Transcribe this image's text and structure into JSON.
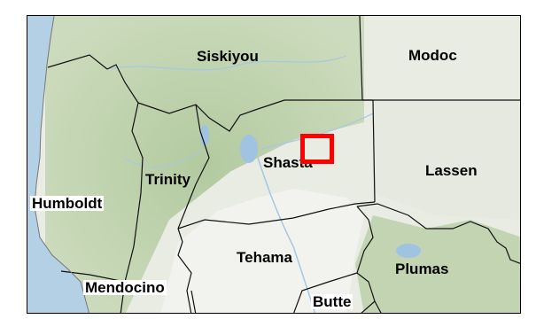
{
  "map": {
    "land_color": "#e9ece3",
    "ocean_color": "#b4d0e4",
    "forest_color": "#b8cfa6",
    "valley_color": "#f2f2ee",
    "boundary_color": "#111111",
    "water_color": "#9fc3e0"
  },
  "counties": [
    {
      "id": "siskiyou",
      "label": "Siskiyou",
      "boxed": false
    },
    {
      "id": "modoc",
      "label": "Modoc",
      "boxed": false
    },
    {
      "id": "shasta",
      "label": "Shasta",
      "boxed": false
    },
    {
      "id": "trinity",
      "label": "Trinity",
      "boxed": false
    },
    {
      "id": "lassen",
      "label": "Lassen",
      "boxed": false
    },
    {
      "id": "humboldt",
      "label": "Humboldt",
      "boxed": true
    },
    {
      "id": "tehama",
      "label": "Tehama",
      "boxed": false
    },
    {
      "id": "plumas",
      "label": "Plumas",
      "boxed": false
    },
    {
      "id": "mendocino",
      "label": "Mendocino",
      "boxed": true
    },
    {
      "id": "butte",
      "label": "Butte",
      "boxed": true
    }
  ],
  "marker": {
    "color": "#ff0000"
  }
}
